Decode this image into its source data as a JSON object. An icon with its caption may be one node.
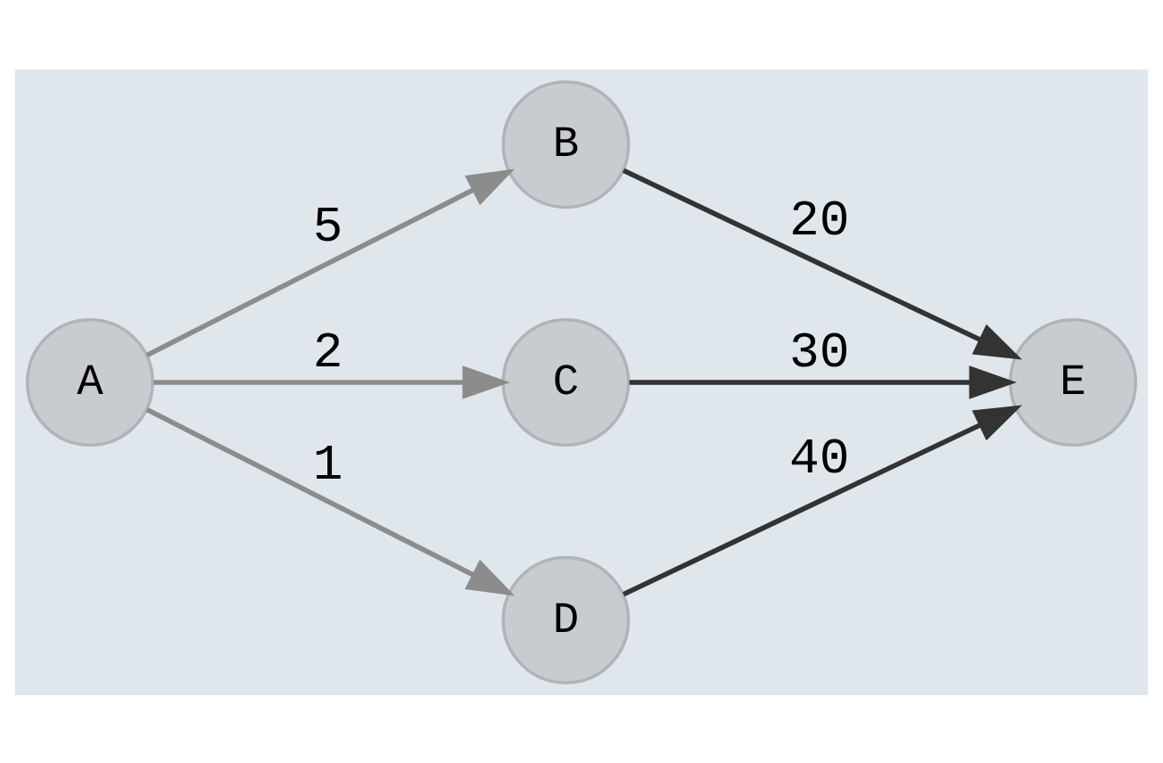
{
  "diagram": {
    "nodes": [
      {
        "text": [
          "A"
        ]
      },
      {
        "text": [
          "B"
        ]
      },
      {
        "text": [
          "C"
        ]
      },
      {
        "text": [
          "D"
        ]
      },
      {
        "text": [
          "E"
        ]
      }
    ],
    "edges": [
      {
        "from": 0,
        "to": 1,
        "arrow": "to",
        "label": "5",
        "color": "#8c8c8c"
      },
      {
        "from": 0,
        "to": 2,
        "arrow": "to",
        "label": "2",
        "color": "#8c8c8c"
      },
      {
        "from": 0,
        "to": 3,
        "arrow": "to",
        "label": "1",
        "color": "#8c8c8c"
      },
      {
        "from": 1,
        "to": 4,
        "arrow": "to",
        "label": "20"
      },
      {
        "from": 2,
        "to": 4,
        "arrow": "to",
        "label": "30"
      },
      {
        "from": 3,
        "to": 4,
        "arrow": "to",
        "label": "40"
      }
    ]
  }
}
